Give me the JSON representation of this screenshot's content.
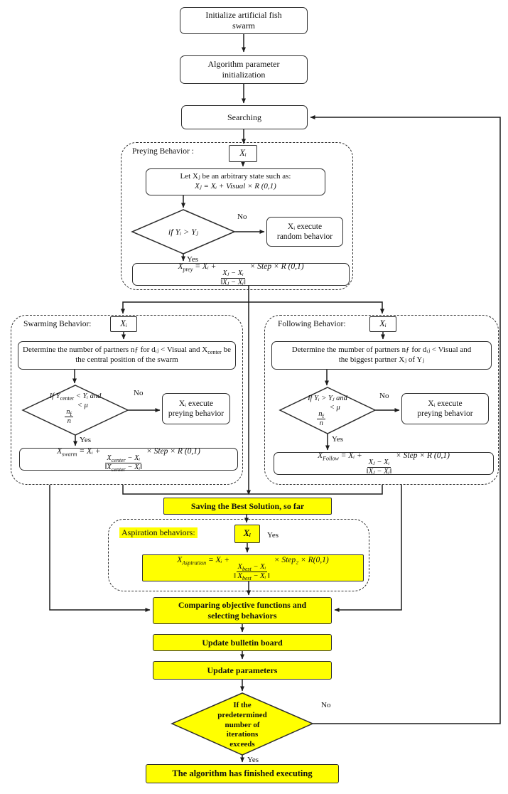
{
  "colors": {
    "highlight": "#ffff00",
    "line": "#1c1c1c",
    "border": "#2e2e2e"
  },
  "labels": {
    "yes": "Yes",
    "no": "No",
    "xi": "Xᵢ"
  },
  "nodes": {
    "init": "Initialize artificial fish\nswarm",
    "param": "Algorithm parameter\ninitialization",
    "searching": "Searching",
    "saving": "Saving the Best Solution, so far",
    "comparing": "Comparing objective functions and\nselecting behaviors",
    "bulletin": "Update bulletin board",
    "parameters": "Update parameters",
    "final_condition": "If the\npredetermined\nnumber of\niterations\nexceeds",
    "finished": "The algorithm has finished executing"
  },
  "preying": {
    "title": "Preying Behavior :",
    "let_line1": "Let Xⱼ be an arbitrary state such as:",
    "let_line2": "Xⱼ = Xᵢ + Visual × R (0,1)",
    "condition": "if  Yᵢ > Yⱼ",
    "random": "Xᵢ execute\nrandom behavior"
  },
  "swarming": {
    "title": "Swarming Behavior:",
    "det_a": "Determine the number of partners nƒ for dᵢⱼ < Visual and X",
    "det_sub": "center",
    "det_b": " be the central position of the swarm",
    "cond_a": "If Y",
    "cond_sub": "center",
    "cond_b": " < Yᵢ and",
    "frac_num_base": "n",
    "frac_num_sub": "f",
    "frac_den": "n",
    "frac_tail": " < μ",
    "exec_preying": "Xᵢ execute\npreying behavior"
  },
  "following": {
    "title": "Following Behavior:",
    "det": "Determine the mumber of partners nƒ for dᵢⱼ < Visual and\nthe biggest partner Xⱼ of Yⱼ",
    "cond": "If Yᵢ > Yⱼ and",
    "frac_num_base": "n",
    "frac_num_sub": "f",
    "frac_den": "n",
    "frac_tail": " < μ",
    "exec_preying": "Xᵢ execute\npreying behavior"
  },
  "aspiration": {
    "title": "Aspiration behaviors:"
  },
  "formulas": {
    "prey": {
      "lhs_base": "X",
      "lhs_sub": "prey",
      "eq": " = Xᵢ + ",
      "num_base": "Xⱼ − Xᵢ",
      "num_sub": "",
      "num_rest": "",
      "den_base": "‖Xⱼ − Xᵢ‖",
      "den_sub": "",
      "den_rest": "",
      "tail": " × Step × R (0,1)"
    },
    "swarm": {
      "lhs_base": "X",
      "lhs_sub": "swarm",
      "eq": " = Xᵢ + ",
      "num_base": "X",
      "num_sub": "center",
      "num_rest": " − Xᵢ",
      "den_base": "‖X",
      "den_sub": "center",
      "den_rest": " − Xᵢ‖",
      "tail": " × Step × R (0,1)"
    },
    "follow": {
      "lhs_base": "X",
      "lhs_sub": "Follow",
      "eq": " = Xᵢ + ",
      "num_base": "Xⱼ − Xᵢ",
      "num_sub": "",
      "num_rest": "",
      "den_base": "‖Xⱼ − Xᵢ‖",
      "den_sub": "",
      "den_rest": "",
      "tail": " × Step × R (0,1)"
    },
    "aspiration": {
      "lhs_base": "X",
      "lhs_sub": "Aspiration",
      "eq": " = Xᵢ + ",
      "num_base": "X",
      "num_sub": "best",
      "num_rest": " − Xᵢ",
      "den_base": "‖ X",
      "den_sub": "best",
      "den_rest": " − Xᵢ ‖",
      "tail": " × Step₂ × R(0,1)"
    }
  }
}
